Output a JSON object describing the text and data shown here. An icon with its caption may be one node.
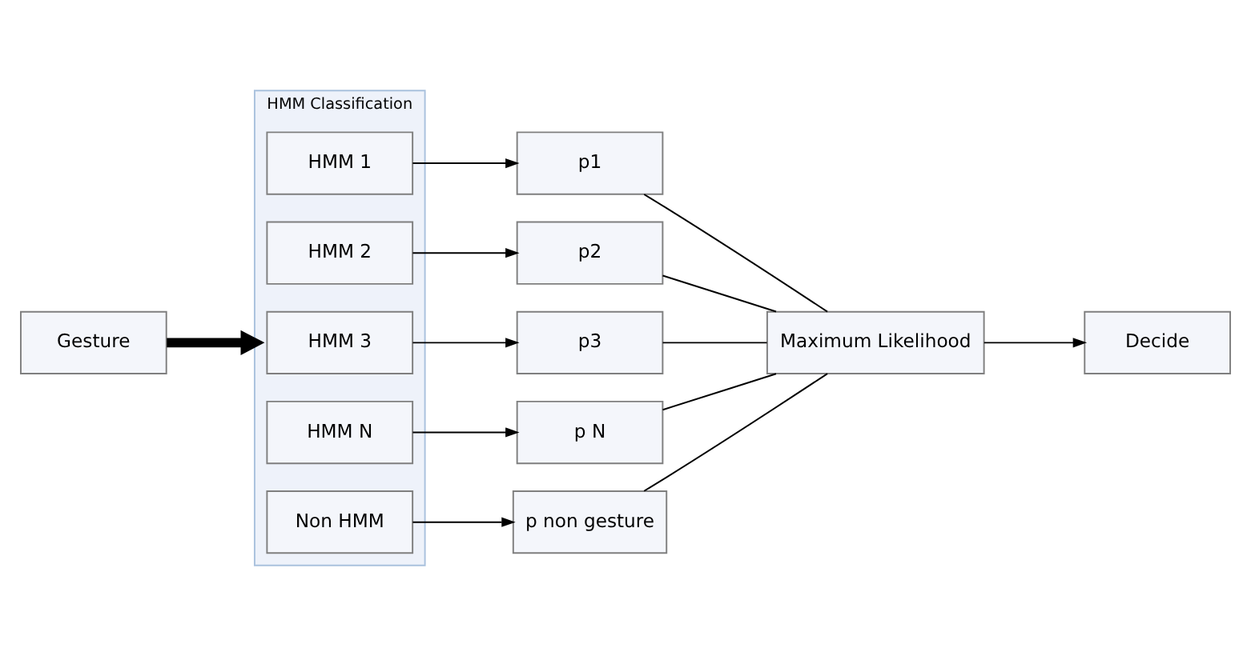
{
  "diagram": {
    "nodes": [
      {
        "text": [
          "Gesture"
        ]
      },
      {
        "text": [
          "HMM Classification"
        ]
      },
      {
        "text": [
          "HMM 1"
        ],
        "in": 1
      },
      {
        "text": [
          "HMM 2"
        ],
        "in": 1
      },
      {
        "text": [
          "HMM 3"
        ],
        "in": 1
      },
      {
        "text": [
          "HMM N"
        ],
        "in": 1
      },
      {
        "text": [
          "Non HMM"
        ],
        "in": 1
      },
      {
        "text": [
          "p1"
        ]
      },
      {
        "text": [
          "p2"
        ]
      },
      {
        "text": [
          "p3"
        ]
      },
      {
        "text": [
          "p N"
        ]
      },
      {
        "text": [
          "p non gesture"
        ]
      },
      {
        "text": [
          "Maximum Likelihood"
        ]
      },
      {
        "text": [
          "Decide"
        ]
      }
    ],
    "edges": [
      {
        "from": 0,
        "to": 1,
        "arrow": "to",
        "style": "thick"
      },
      {
        "from": 2,
        "to": 7,
        "arrow": "to"
      },
      {
        "from": 3,
        "to": 8,
        "arrow": "to"
      },
      {
        "from": 4,
        "to": 9,
        "arrow": "to"
      },
      {
        "from": 5,
        "to": 10,
        "arrow": "to"
      },
      {
        "from": 6,
        "to": 11,
        "arrow": "to"
      },
      {
        "from": 7,
        "to": 12,
        "arrow": "none"
      },
      {
        "from": 8,
        "to": 12,
        "arrow": "none"
      },
      {
        "from": 9,
        "to": 12,
        "arrow": "none"
      },
      {
        "from": 10,
        "to": 12,
        "arrow": "none"
      },
      {
        "from": 11,
        "to": 12,
        "arrow": "none"
      },
      {
        "from": 12,
        "to": 13,
        "arrow": "to"
      }
    ]
  }
}
